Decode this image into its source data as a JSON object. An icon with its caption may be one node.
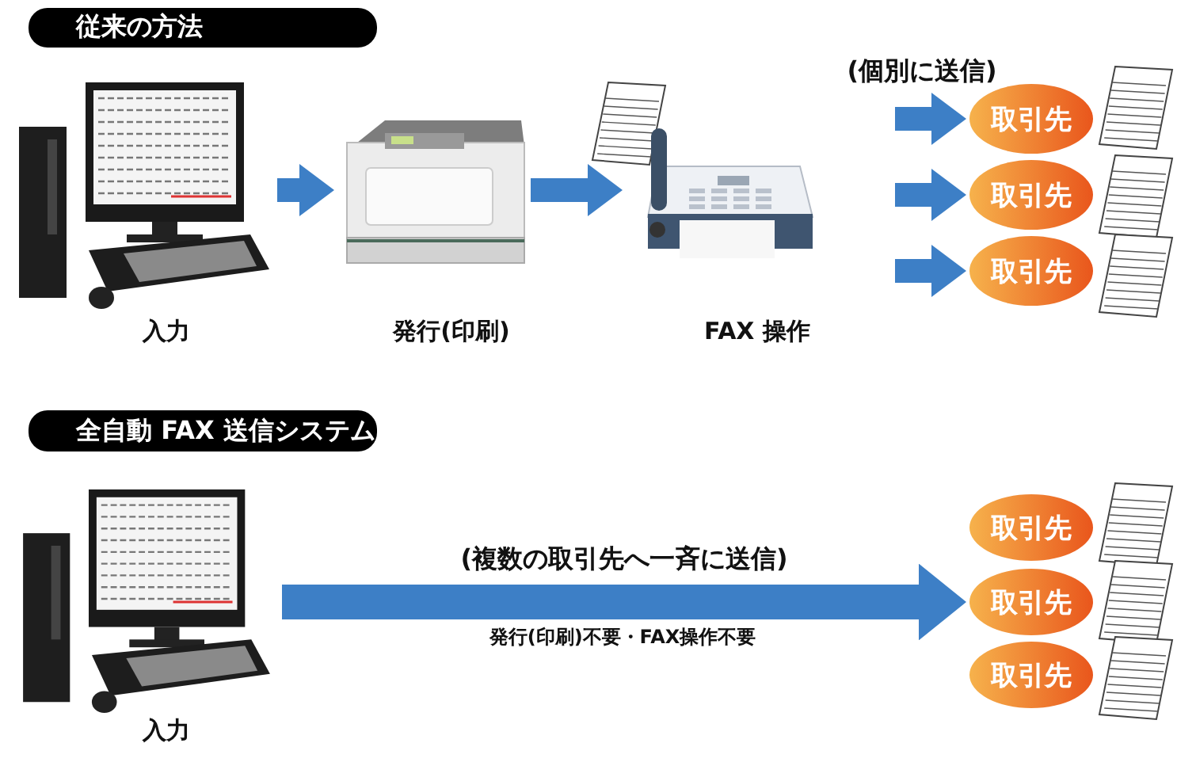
{
  "diagram": {
    "nodes": [
      {
        "text": [
          "従来の方法"
        ]
      },
      {
        "text": [],
        "shape": "picture",
        "beside": [
          "入力"
        ]
      },
      {
        "text": [],
        "shape": "picture",
        "beside": [
          "発行(印刷)"
        ]
      },
      {
        "text": [],
        "shape": "picture",
        "beside": [
          "FAX 操作"
        ]
      },
      {
        "text": [
          "取引先"
        ]
      },
      {
        "text": [
          "取引先"
        ]
      },
      {
        "text": [
          "取引先"
        ]
      },
      {
        "text": [
          "全自動 FAX 送信システム"
        ]
      },
      {
        "text": [],
        "shape": "picture",
        "beside": [
          "入力"
        ]
      },
      {
        "text": [
          "取引先"
        ]
      },
      {
        "text": [
          "取引先"
        ]
      },
      {
        "text": [
          "取引先"
        ]
      }
    ],
    "edges": [
      {
        "from": 1,
        "to": 2,
        "arrow": "to"
      },
      {
        "from": 2,
        "to": 3,
        "arrow": "to"
      },
      {
        "from": null,
        "to": 4,
        "arrow": "to"
      },
      {
        "from": null,
        "to": 5,
        "arrow": "to"
      },
      {
        "from": null,
        "to": 6,
        "arrow": "to"
      },
      {
        "from": 8,
        "to": 10,
        "arrow": "to",
        "label": "(複数の取引先へ一斉に送信)"
      }
    ],
    "labels": [
      "(個別に送信)",
      "発行(印刷)不要・FAX操作不要"
    ]
  }
}
